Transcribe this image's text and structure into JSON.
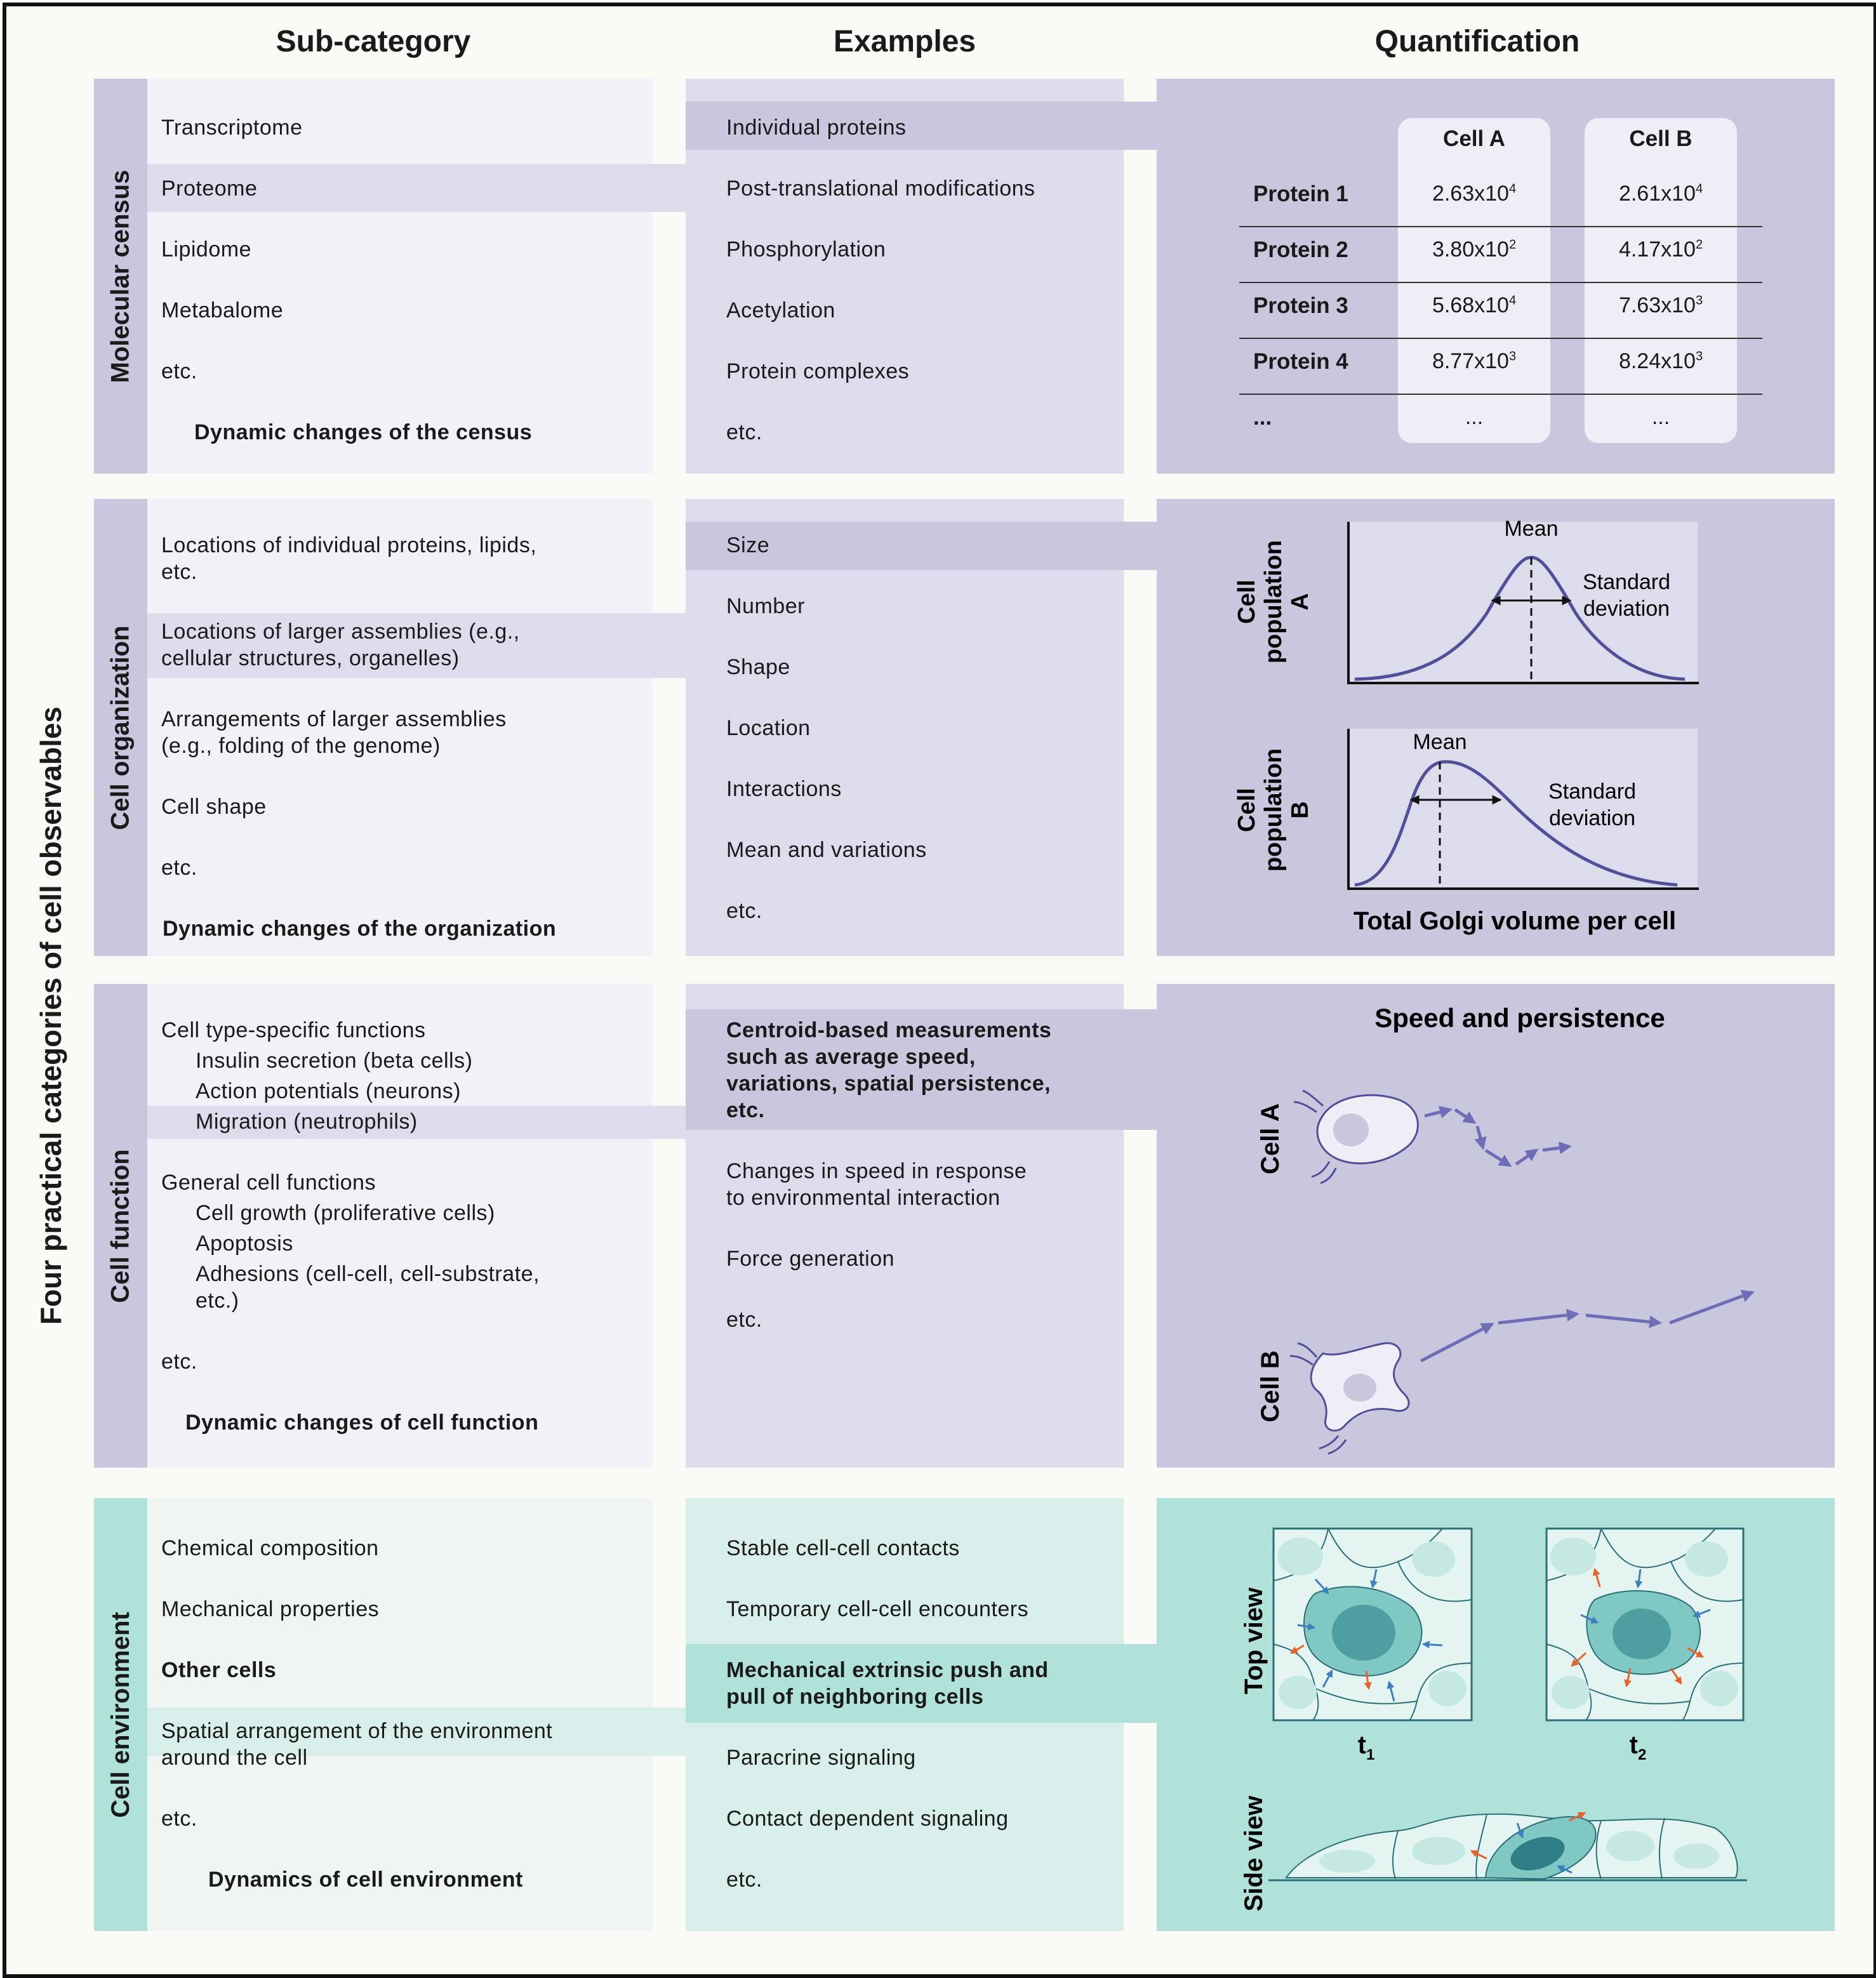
{
  "main_title": "Four practical categories of cell observables",
  "columns": {
    "subcategory": "Sub-category",
    "examples": "Examples",
    "quantification": "Quantification"
  },
  "rows": {
    "census": {
      "title": "Molecular census",
      "sub": [
        "Transcriptome",
        "Proteome",
        "Lipidome",
        "Metabalome",
        "etc.",
        "Dynamic changes of the census"
      ],
      "ex": [
        "Individual proteins",
        "Post-translational modifications",
        "Phosphorylation",
        "Acetylation",
        "Protein complexes",
        "etc."
      ]
    },
    "organization": {
      "title": "Cell organization",
      "sub": [
        "Locations of individual proteins, lipids,",
        "etc.",
        "Locations of larger assemblies (e.g.,",
        "cellular structures, organelles)",
        "Arrangements of larger assemblies",
        "(e.g., folding of the genome)",
        "Cell shape",
        "etc.",
        "Dynamic changes of the organization"
      ],
      "ex": [
        "Size",
        "Number",
        "Shape",
        "Location",
        "Interactions",
        "Mean and variations",
        "etc."
      ]
    },
    "function": {
      "title": "Cell function",
      "sub": [
        "Cell type-specific functions",
        "Insulin secretion (beta cells)",
        "Action potentials (neurons)",
        "Migration (neutrophils)",
        "General cell functions",
        "Cell growth (proliferative cells)",
        "Apoptosis",
        "Adhesions (cell-cell, cell-substrate,",
        "etc.)",
        "etc.",
        "Dynamic changes of cell function"
      ],
      "ex": [
        "Centroid-based measurements",
        "such as average speed,",
        "variations, spatial persistence,",
        "etc.",
        "Changes in speed in response",
        "to environmental interaction",
        "Force generation",
        "etc."
      ]
    },
    "environment": {
      "title": "Cell environment",
      "sub": [
        "Chemical composition",
        "Mechanical properties",
        "Other cells",
        "Spatial arrangement of the environment",
        "around the cell",
        "etc.",
        "Dynamics of cell environment"
      ],
      "ex": [
        "Stable cell-cell contacts",
        "Temporary cell-cell encounters",
        "Mechanical extrinsic push and",
        "pull of neighboring cells",
        "Paracrine signaling",
        "Contact dependent signaling",
        "etc."
      ]
    }
  },
  "census_table": {
    "columns": [
      "Cell A",
      "Cell B"
    ],
    "rows": [
      {
        "label": "Protein 1",
        "a": "2.63x10",
        "a_exp": "4",
        "b": "2.61x10",
        "b_exp": "4"
      },
      {
        "label": "Protein 2",
        "a": "3.80x10",
        "a_exp": "2",
        "b": "4.17x10",
        "b_exp": "2"
      },
      {
        "label": "Protein 3",
        "a": "5.68x10",
        "a_exp": "4",
        "b": "7.63x10",
        "b_exp": "3"
      },
      {
        "label": "Protein 4",
        "a": "8.77x10",
        "a_exp": "3",
        "b": "8.24x10",
        "b_exp": "3"
      }
    ],
    "ellipsis": "..."
  },
  "distribution": {
    "pop_a": [
      "Cell",
      "population",
      "A"
    ],
    "pop_b": [
      "Cell",
      "population",
      "B"
    ],
    "mean": "Mean",
    "sd": [
      "Standard",
      "deviation"
    ],
    "xlabel": "Total Golgi volume per cell"
  },
  "migration": {
    "title": "Speed and persistence",
    "cell_a": "Cell A",
    "cell_b": "Cell B"
  },
  "environment_panel": {
    "top_view": "Top view",
    "side_view": "Side view",
    "t1": "t",
    "t1_sub": "1",
    "t2": "t",
    "t2_sub": "2"
  },
  "colors": {
    "purple_panel": "#c8c7de",
    "purple_light": "#dddced",
    "purple_line": "#514f99",
    "teal_panel": "#b1e2da",
    "teal_light": "#d7eeea",
    "orange_arrow": "#e8622a",
    "blue_arrow": "#3d7fbf"
  }
}
